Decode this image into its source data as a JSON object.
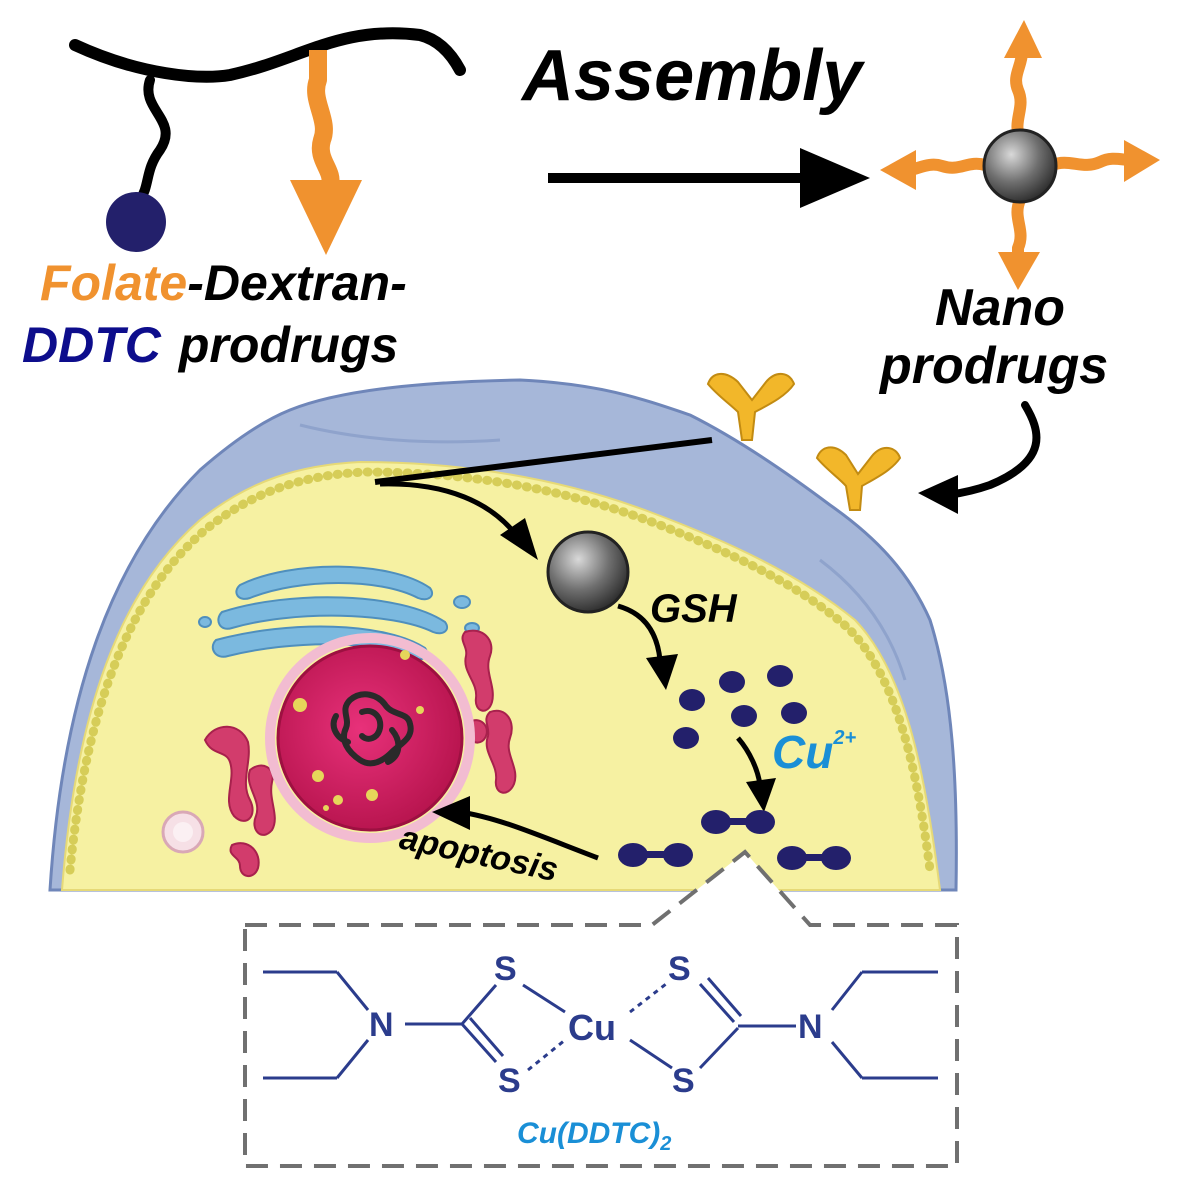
{
  "labels": {
    "assembly": "Assembly",
    "folate": "Folate",
    "dextran": "-Dextran-",
    "ddtc": "DDTC",
    "prodrugs": "prodrugs",
    "nano": "Nano",
    "nano_prodrugs": "prodrugs",
    "gsh": "GSH",
    "cu": "Cu",
    "cu_charge": "2+",
    "apoptosis": "apoptosis"
  },
  "structure": {
    "atom_n": "N",
    "atom_s": "S",
    "atom_cu": "Cu",
    "formula": "Cu(DDTC)",
    "formula_sub": "2"
  },
  "colors": {
    "orange": "#f0922f",
    "navy": "#0d0d8c",
    "dark_navy": "#23206b",
    "blue_label": "#1a8fd6",
    "bond": "#2b3c8c",
    "cytoplasm": "#f6f1a2",
    "membrane": "#a6b7d9",
    "nucleus": "#c81e5a",
    "golgi": "#7bb9df",
    "receptor": "#f2b72a"
  }
}
